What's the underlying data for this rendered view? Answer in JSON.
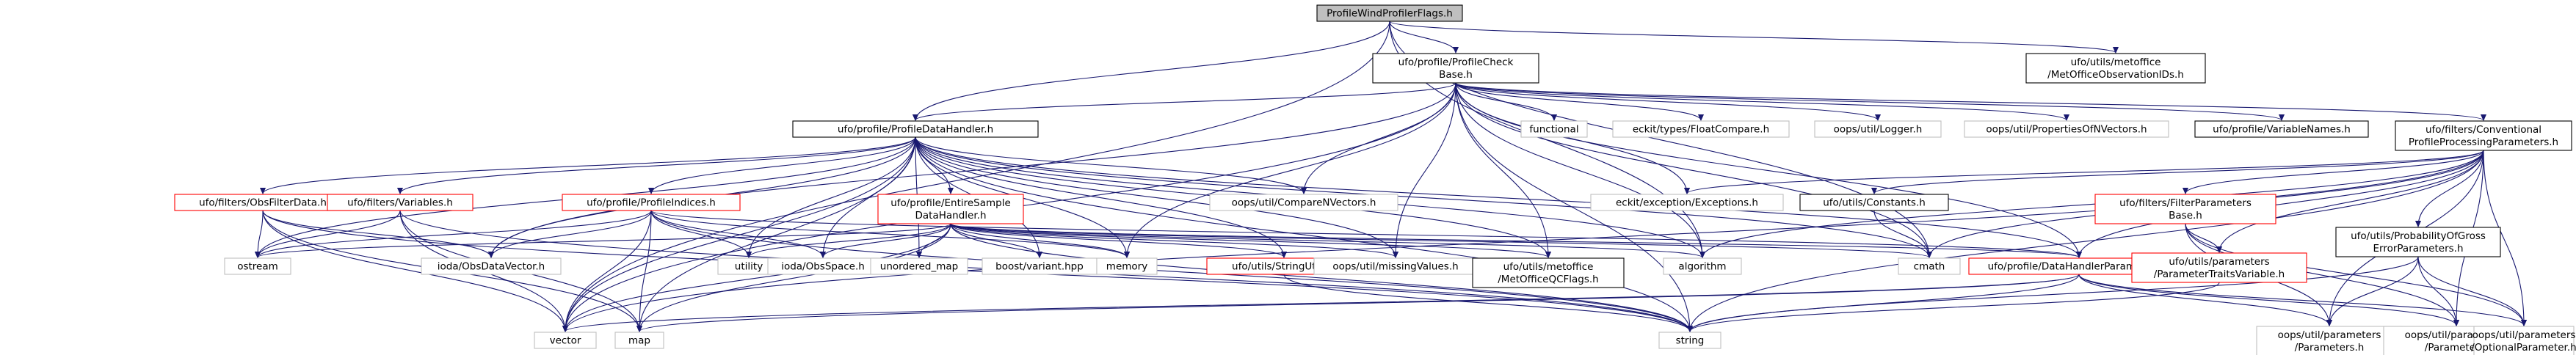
{
  "diagram": {
    "colors": {
      "edge": "#191970",
      "border_default": "#000000",
      "border_missing": "#bfbfbf",
      "border_error": "#ff0000",
      "fill_default": "#ffffff",
      "fill_root": "#bfbfbf"
    },
    "nodes": [
      {
        "id": "root",
        "lines": [
          "ProfileWindProfilerFlags.h"
        ],
        "kind": "root"
      },
      {
        "id": "pcb",
        "lines": [
          "ufo/profile/ProfileCheck",
          "Base.h"
        ],
        "kind": "normal"
      },
      {
        "id": "mo_ids",
        "lines": [
          "ufo/utils/metoffice",
          "/MetOfficeObservationIDs.h"
        ],
        "kind": "normal"
      },
      {
        "id": "pdh",
        "lines": [
          "ufo/profile/ProfileDataHandler.h"
        ],
        "kind": "normal"
      },
      {
        "id": "functional",
        "lines": [
          "functional"
        ],
        "kind": "missing"
      },
      {
        "id": "floatcmp",
        "lines": [
          "eckit/types/FloatCompare.h"
        ],
        "kind": "missing"
      },
      {
        "id": "logger",
        "lines": [
          "oops/util/Logger.h"
        ],
        "kind": "missing"
      },
      {
        "id": "propvec",
        "lines": [
          "oops/util/PropertiesOfNVectors.h"
        ],
        "kind": "missing"
      },
      {
        "id": "varnames",
        "lines": [
          "ufo/profile/VariableNames.h"
        ],
        "kind": "normal"
      },
      {
        "id": "cppp",
        "lines": [
          "ufo/filters/Conventional",
          "ProfileProcessingParameters.h"
        ],
        "kind": "normal"
      },
      {
        "id": "obsfilter",
        "lines": [
          "ufo/filters/ObsFilterData.h"
        ],
        "kind": "error"
      },
      {
        "id": "variables",
        "lines": [
          "ufo/filters/Variables.h"
        ],
        "kind": "error"
      },
      {
        "id": "pindices",
        "lines": [
          "ufo/profile/ProfileIndices.h"
        ],
        "kind": "error"
      },
      {
        "id": "esdh",
        "lines": [
          "ufo/profile/EntireSample",
          "DataHandler.h"
        ],
        "kind": "error"
      },
      {
        "id": "comparenv",
        "lines": [
          "oops/util/CompareNVectors.h"
        ],
        "kind": "missing"
      },
      {
        "id": "exceptions",
        "lines": [
          "eckit/exception/Exceptions.h"
        ],
        "kind": "missing"
      },
      {
        "id": "constants",
        "lines": [
          "ufo/utils/Constants.h"
        ],
        "kind": "normal"
      },
      {
        "id": "fpb",
        "lines": [
          "ufo/filters/FilterParameters",
          "Base.h"
        ],
        "kind": "error"
      },
      {
        "id": "ostream",
        "lines": [
          "ostream"
        ],
        "kind": "missing"
      },
      {
        "id": "obsdatavec",
        "lines": [
          "ioda/ObsDataVector.h"
        ],
        "kind": "missing"
      },
      {
        "id": "utility",
        "lines": [
          "utility"
        ],
        "kind": "missing"
      },
      {
        "id": "obsspace",
        "lines": [
          "ioda/ObsSpace.h"
        ],
        "kind": "missing"
      },
      {
        "id": "umap",
        "lines": [
          "unordered_map"
        ],
        "kind": "missing"
      },
      {
        "id": "variant",
        "lines": [
          "boost/variant.hpp"
        ],
        "kind": "missing"
      },
      {
        "id": "memory",
        "lines": [
          "memory"
        ],
        "kind": "missing"
      },
      {
        "id": "strutils",
        "lines": [
          "ufo/utils/StringUtils.h"
        ],
        "kind": "error"
      },
      {
        "id": "missing",
        "lines": [
          "oops/util/missingValues.h"
        ],
        "kind": "missing"
      },
      {
        "id": "moqc",
        "lines": [
          "ufo/utils/metoffice",
          "/MetOfficeQCFlags.h"
        ],
        "kind": "normal"
      },
      {
        "id": "algorithm",
        "lines": [
          "algorithm"
        ],
        "kind": "missing"
      },
      {
        "id": "cmath",
        "lines": [
          "cmath"
        ],
        "kind": "missing"
      },
      {
        "id": "dhp",
        "lines": [
          "ufo/profile/DataHandlerParameters.h"
        ],
        "kind": "error"
      },
      {
        "id": "ptv",
        "lines": [
          "ufo/utils/parameters",
          "/ParameterTraitsVariable.h"
        ],
        "kind": "error"
      },
      {
        "id": "poge",
        "lines": [
          "ufo/utils/ProbabilityOfGross",
          "ErrorParameters.h"
        ],
        "kind": "normal"
      },
      {
        "id": "vector",
        "lines": [
          "vector"
        ],
        "kind": "missing"
      },
      {
        "id": "map",
        "lines": [
          "map"
        ],
        "kind": "missing"
      },
      {
        "id": "string",
        "lines": [
          "string"
        ],
        "kind": "missing"
      },
      {
        "id": "params",
        "lines": [
          "oops/util/parameters",
          "/Parameters.h"
        ],
        "kind": "missing"
      },
      {
        "id": "param",
        "lines": [
          "oops/util/parameters",
          "/Parameter.h"
        ],
        "kind": "missing"
      },
      {
        "id": "optparam",
        "lines": [
          "oops/util/parameters",
          "/OptionalParameter.h"
        ],
        "kind": "missing"
      }
    ],
    "edges": [
      [
        "root",
        "pcb"
      ],
      [
        "root",
        "mo_ids"
      ],
      [
        "root",
        "pdh"
      ],
      [
        "root",
        "vector"
      ],
      [
        "root",
        "algorithm"
      ],
      [
        "root",
        "cmath"
      ],
      [
        "pcb",
        "pdh"
      ],
      [
        "pcb",
        "functional"
      ],
      [
        "pcb",
        "floatcmp"
      ],
      [
        "pcb",
        "logger"
      ],
      [
        "pcb",
        "propvec"
      ],
      [
        "pcb",
        "varnames"
      ],
      [
        "pcb",
        "cppp"
      ],
      [
        "pcb",
        "comparenv"
      ],
      [
        "pcb",
        "exceptions"
      ],
      [
        "pcb",
        "memory"
      ],
      [
        "pcb",
        "missing"
      ],
      [
        "pcb",
        "moqc"
      ],
      [
        "pcb",
        "algorithm"
      ],
      [
        "pcb",
        "cmath"
      ],
      [
        "pcb",
        "string"
      ],
      [
        "pcb",
        "vector"
      ],
      [
        "pcb",
        "obsdatavec"
      ],
      [
        "pcb",
        "dhp"
      ],
      [
        "pdh",
        "obsfilter"
      ],
      [
        "pdh",
        "variables"
      ],
      [
        "pdh",
        "pindices"
      ],
      [
        "pdh",
        "esdh"
      ],
      [
        "pdh",
        "comparenv"
      ],
      [
        "pdh",
        "ostream"
      ],
      [
        "pdh",
        "obsdatavec"
      ],
      [
        "pdh",
        "utility"
      ],
      [
        "pdh",
        "obsspace"
      ],
      [
        "pdh",
        "umap"
      ],
      [
        "pdh",
        "variant"
      ],
      [
        "pdh",
        "memory"
      ],
      [
        "pdh",
        "strutils"
      ],
      [
        "pdh",
        "missing"
      ],
      [
        "pdh",
        "moqc"
      ],
      [
        "pdh",
        "algorithm"
      ],
      [
        "pdh",
        "dhp"
      ],
      [
        "pdh",
        "vector"
      ],
      [
        "pdh",
        "map"
      ],
      [
        "pdh",
        "string"
      ],
      [
        "pdh",
        "cmath"
      ],
      [
        "cppp",
        "exceptions"
      ],
      [
        "cppp",
        "constants"
      ],
      [
        "cppp",
        "fpb"
      ],
      [
        "cppp",
        "poge"
      ],
      [
        "cppp",
        "dhp"
      ],
      [
        "cppp",
        "ptv"
      ],
      [
        "cppp",
        "params"
      ],
      [
        "cppp",
        "param"
      ],
      [
        "cppp",
        "optparam"
      ],
      [
        "cppp",
        "string"
      ],
      [
        "cppp",
        "vector"
      ],
      [
        "cppp",
        "cmath"
      ],
      [
        "cppp",
        "algorithm"
      ],
      [
        "obsfilter",
        "ostream"
      ],
      [
        "obsfilter",
        "obsdatavec"
      ],
      [
        "obsfilter",
        "vector"
      ],
      [
        "obsfilter",
        "map"
      ],
      [
        "obsfilter",
        "string"
      ],
      [
        "variables",
        "ostream"
      ],
      [
        "variables",
        "vector"
      ],
      [
        "variables",
        "map"
      ],
      [
        "variables",
        "string"
      ],
      [
        "pindices",
        "ostream"
      ],
      [
        "pindices",
        "obsdatavec"
      ],
      [
        "pindices",
        "utility"
      ],
      [
        "pindices",
        "obsspace"
      ],
      [
        "pindices",
        "vector"
      ],
      [
        "pindices",
        "map"
      ],
      [
        "pindices",
        "string"
      ],
      [
        "pindices",
        "dhp"
      ],
      [
        "pindices",
        "memory"
      ],
      [
        "esdh",
        "ostream"
      ],
      [
        "esdh",
        "utility"
      ],
      [
        "esdh",
        "obsspace"
      ],
      [
        "esdh",
        "umap"
      ],
      [
        "esdh",
        "variant"
      ],
      [
        "esdh",
        "memory"
      ],
      [
        "esdh",
        "strutils"
      ],
      [
        "esdh",
        "missing"
      ],
      [
        "esdh",
        "moqc"
      ],
      [
        "esdh",
        "algorithm"
      ],
      [
        "esdh",
        "dhp"
      ],
      [
        "esdh",
        "vector"
      ],
      [
        "esdh",
        "map"
      ],
      [
        "esdh",
        "string"
      ],
      [
        "esdh",
        "cmath"
      ],
      [
        "constants",
        "cmath"
      ],
      [
        "fpb",
        "ptv"
      ],
      [
        "fpb",
        "param"
      ],
      [
        "fpb",
        "optparam"
      ],
      [
        "fpb",
        "params"
      ],
      [
        "strutils",
        "string"
      ],
      [
        "dhp",
        "params"
      ],
      [
        "dhp",
        "param"
      ],
      [
        "dhp",
        "optparam"
      ],
      [
        "dhp",
        "vector"
      ],
      [
        "dhp",
        "string"
      ],
      [
        "dhp",
        "map"
      ],
      [
        "poge",
        "params"
      ],
      [
        "poge",
        "param"
      ],
      [
        "poge",
        "optparam"
      ],
      [
        "poge",
        "string"
      ],
      [
        "ptv",
        "string"
      ]
    ]
  }
}
